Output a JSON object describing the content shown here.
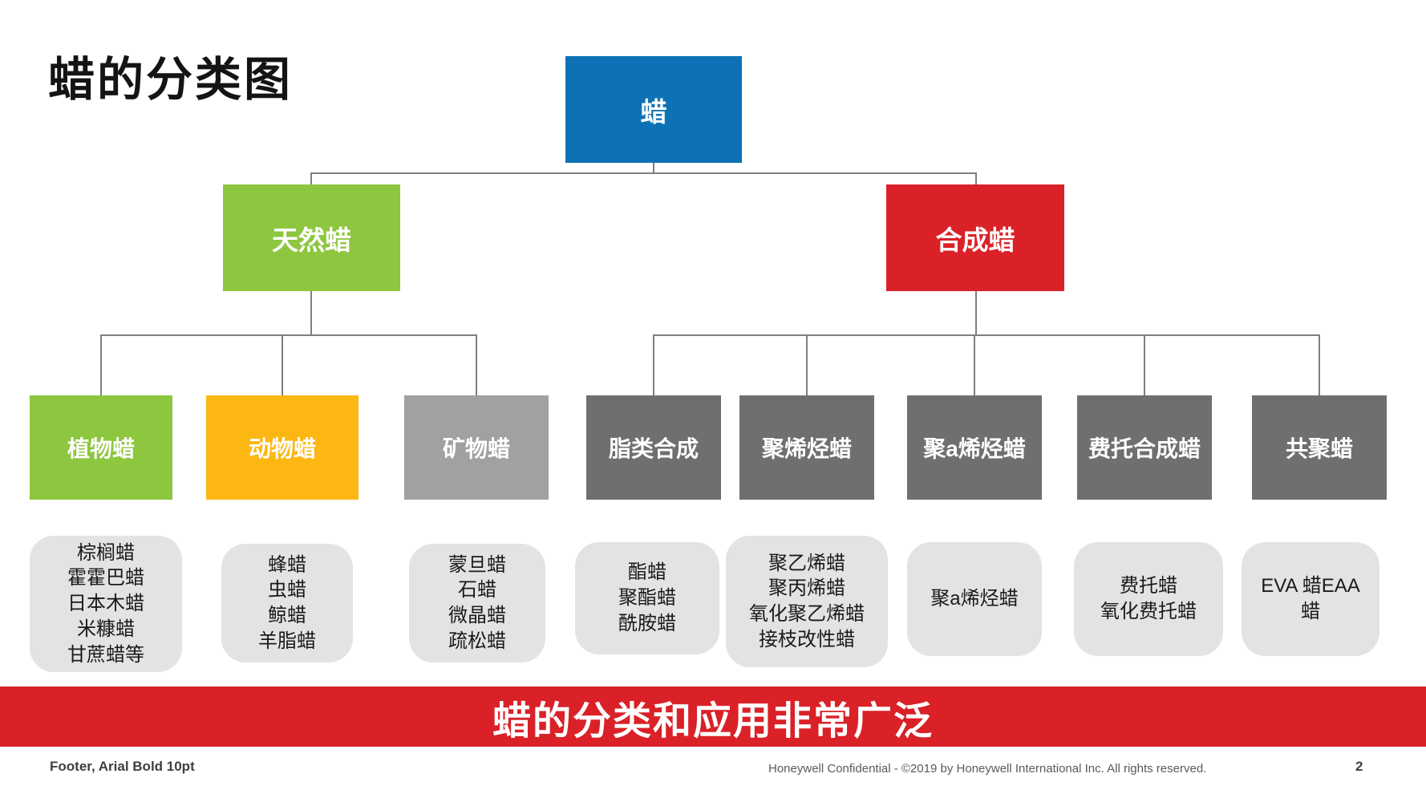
{
  "slide": {
    "title": "蜡的分类图",
    "banner": "蜡的分类和应用非常广泛",
    "footer": {
      "left": "Footer, Arial Bold 10pt",
      "center": "Honeywell Confidential - ©2019 by Honeywell International Inc. All rights reserved.",
      "page": "2"
    }
  },
  "tree": {
    "root": {
      "label": "蜡",
      "color": "#0d72b5"
    },
    "level2": [
      {
        "label": "天然蜡",
        "color": "#8dc63f"
      },
      {
        "label": "合成蜡",
        "color": "#da2128"
      }
    ],
    "level3": [
      {
        "label": "植物蜡",
        "color": "#8dc63f",
        "items": [
          "棕榈蜡",
          "霍霍巴蜡",
          "日本木蜡",
          "米糠蜡",
          "甘蔗蜡等"
        ]
      },
      {
        "label": "动物蜡",
        "color": "#fcb713",
        "items": [
          "蜂蜡",
          "虫蜡",
          "鲸蜡",
          "羊脂蜡"
        ]
      },
      {
        "label": "矿物蜡",
        "color": "#a1a1a1",
        "items": [
          "蒙旦蜡",
          "石蜡",
          "微晶蜡",
          "疏松蜡"
        ]
      },
      {
        "label": "脂类合成",
        "color": "#6f6f6f",
        "items": [
          "酯蜡",
          "聚酯蜡",
          "酰胺蜡"
        ]
      },
      {
        "label": "聚烯烃蜡",
        "color": "#6f6f6f",
        "items": [
          "聚乙烯蜡",
          "聚丙烯蜡",
          "氧化聚乙烯蜡",
          "接枝改性蜡"
        ]
      },
      {
        "label": "聚a烯烃蜡",
        "color": "#6f6f6f",
        "items": [
          "聚a烯烃蜡"
        ]
      },
      {
        "label": "费托合成蜡",
        "color": "#6f6f6f",
        "items": [
          "费托蜡",
          "氧化费托蜡"
        ]
      },
      {
        "label": "共聚蜡",
        "color": "#6f6f6f",
        "items": [
          "EVA 蜡EAA",
          "蜡"
        ]
      }
    ]
  },
  "colors": {
    "banner_red": "#da2128",
    "list_bg": "#e3e3e3",
    "connector_gray": "#7f7f7f"
  }
}
